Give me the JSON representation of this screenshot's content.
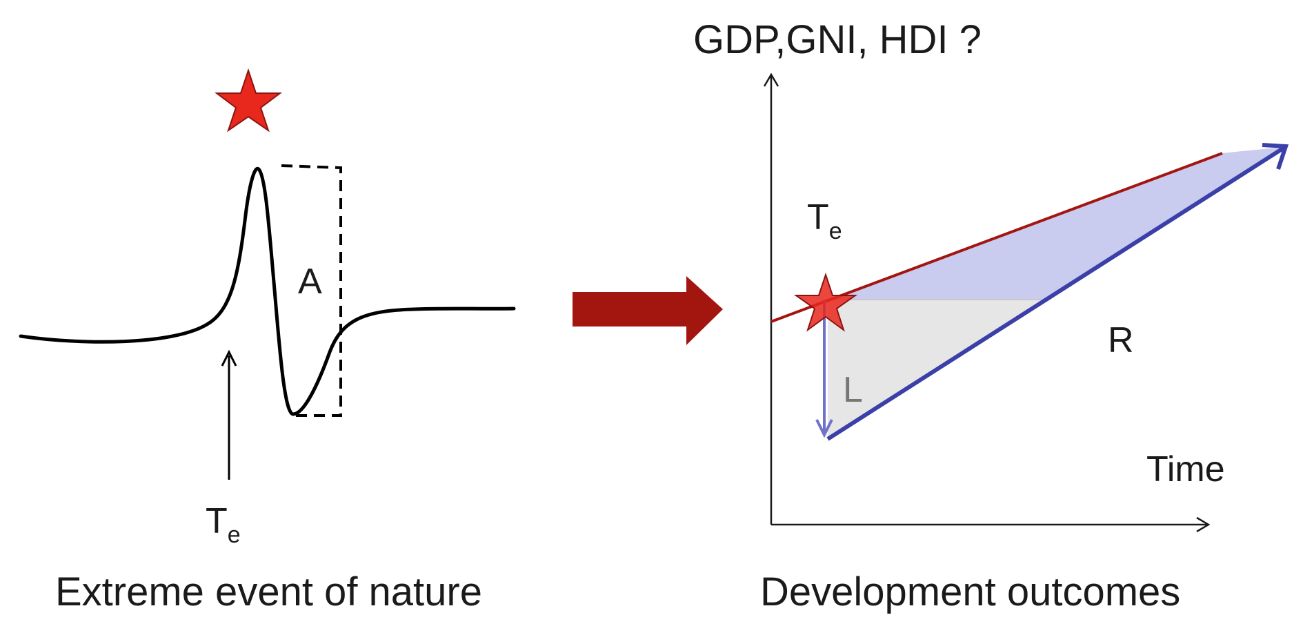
{
  "left_panel": {
    "caption": "Extreme event of nature",
    "amplitude_label": "A",
    "time_label": "T",
    "time_subscript": "e",
    "star_color": "#e8271d",
    "curve_color": "#000000"
  },
  "transition_arrow": {
    "color": "#a3150f"
  },
  "right_panel": {
    "caption": "Development outcomes",
    "y_axis_label": "GDP,GNI, HDI ?",
    "x_axis_label": "Time",
    "event_label": "T",
    "event_subscript": "e",
    "loss_label": "L",
    "recovery_label": "R",
    "trend_line_color": "#a3150f",
    "recovery_arrow_color": "#3b3fa8",
    "recovery_fill_color": "#c9cbef",
    "loss_fill_color": "#e6e6e6",
    "star_color": "#e8271d"
  }
}
